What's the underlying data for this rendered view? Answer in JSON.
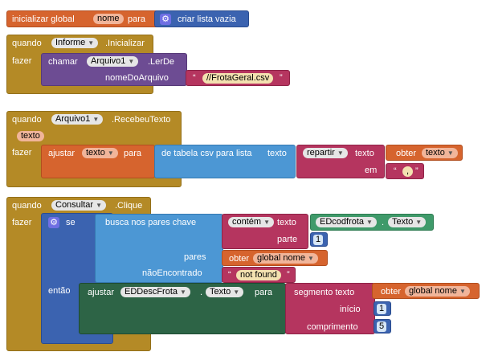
{
  "global_block": {
    "label": "inicializar global",
    "var_name": "nome",
    "to": "para",
    "create_list": "criar lista vazia"
  },
  "block1": {
    "when": "quando",
    "component": "Informe",
    "event": ".Inicializar",
    "do": "fazer",
    "call": "chamar",
    "file_component": "Arquivo1",
    "method": ".LerDe",
    "param": "nomeDoArquivo",
    "file_name": "//FrotaGeral.csv"
  },
  "block2": {
    "when": "quando",
    "component": "Arquivo1",
    "event": ".RecebeuTexto",
    "param": "texto",
    "do": "fazer",
    "set": "ajustar",
    "set_var": "texto",
    "to": "para",
    "csv_label": "de tabela csv para lista",
    "csv_arg": "texto",
    "split": "repartir",
    "split_arg": "texto",
    "get": "obter",
    "get_var": "texto",
    "at_label": "em",
    "at_value": ","
  },
  "block3": {
    "when": "quando",
    "component": "Consultar",
    "event": ".Clique",
    "do": "fazer",
    "if": "se",
    "then": "então",
    "lookup": "busca nos pares  chave",
    "contains": "contém",
    "contains_arg": "texto",
    "text_box": "EDcodfrota",
    "text_prop": "Texto",
    "part_label": "parte",
    "part_value": "1",
    "pairs_label": "pares",
    "get": "obter",
    "get_var": "global nome",
    "notfound_label": "nãoEncontrado",
    "notfound_value": "not found",
    "set": "ajustar",
    "set_component": "EDDescFrota",
    "set_prop": "Texto",
    "set_to": "para",
    "segment": "segmento  texto",
    "get2": "obter",
    "get2_var": "global nome",
    "start_label": "início",
    "start_value": "1",
    "length_label": "comprimento",
    "length_value": "5"
  }
}
